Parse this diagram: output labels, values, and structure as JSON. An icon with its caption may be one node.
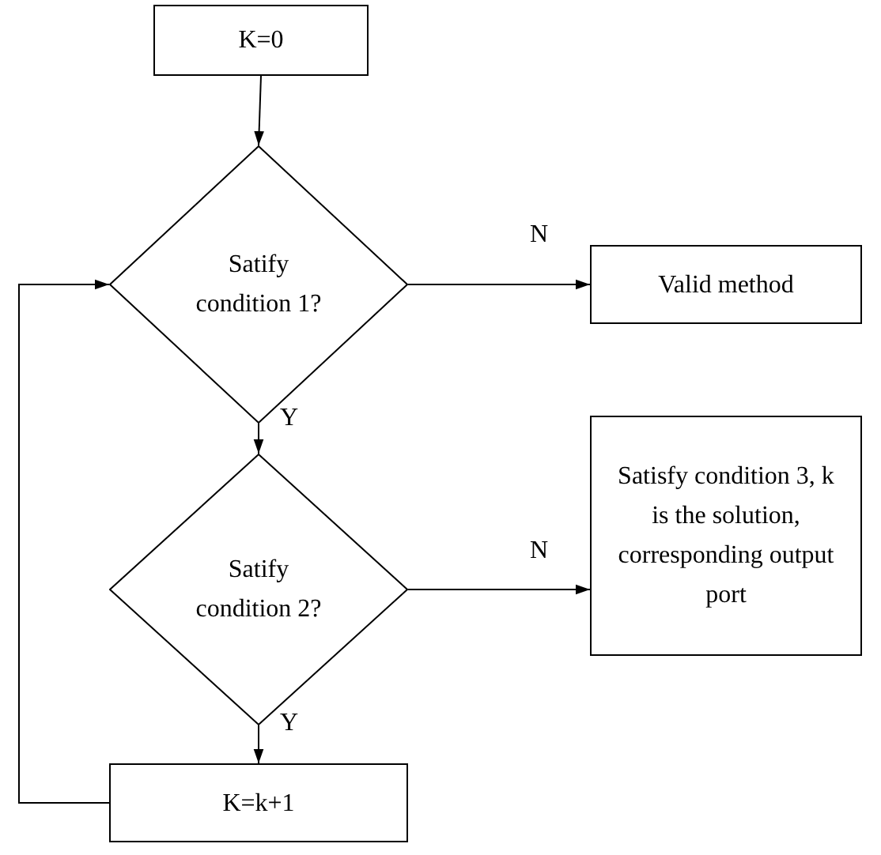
{
  "diagram": {
    "nodes": [
      {
        "text": [
          "K=0"
        ]
      },
      {
        "text": [
          "Satify condition 1?"
        ]
      },
      {
        "text": [
          "Valid method"
        ]
      },
      {
        "text": [
          "Satify condition 2?"
        ]
      },
      {
        "text": [
          "Satisfy condition 3, k is the solution, corresponding output port"
        ]
      },
      {
        "text": [
          "K=k+1"
        ]
      }
    ],
    "edges": [
      {
        "from": 0,
        "to": 1,
        "arrow": "to"
      },
      {
        "from": 1,
        "to": 2,
        "arrow": "to",
        "label": "N"
      },
      {
        "from": 1,
        "to": 3,
        "arrow": "to",
        "label": "Y"
      },
      {
        "from": 3,
        "to": 4,
        "arrow": "to",
        "label": "N"
      },
      {
        "from": 3,
        "to": 5,
        "arrow": "to",
        "label": "Y"
      },
      {
        "from": 5,
        "to": 1,
        "arrow": "to"
      }
    ]
  }
}
